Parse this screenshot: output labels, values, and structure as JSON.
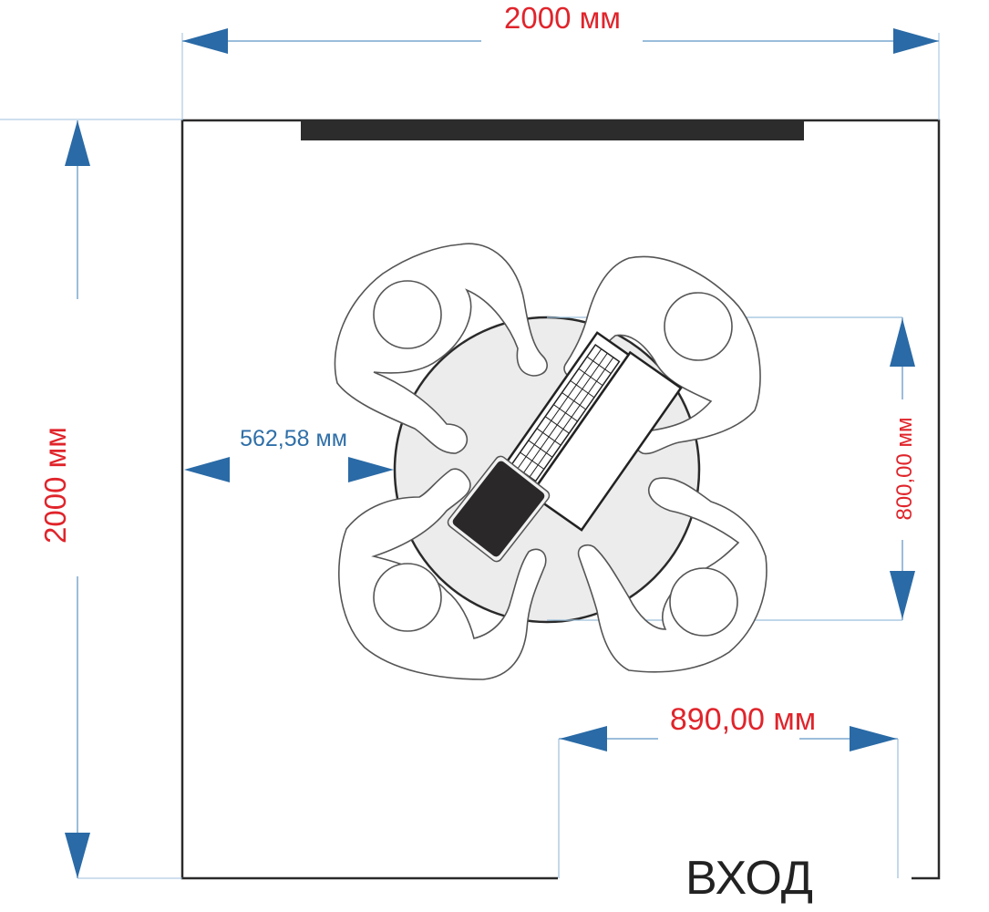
{
  "title": "Floor plan: room with round table for four people",
  "colors": {
    "dimension_line": "#7aa7cf",
    "arrow": "#2a6aa6",
    "label_red": "#e0242b",
    "label_blue": "#2f6fa8",
    "wall": "#2a2a2a",
    "table_fill": "#ececec"
  },
  "dimensions": {
    "room_width": "2000 мм",
    "room_height": "2000 мм",
    "wall_to_table": "562,58 мм",
    "table_diameter": "800,00 мм",
    "door_width": "890,00 мм"
  },
  "labels": {
    "entrance": "ВХОД"
  },
  "objects": {
    "window_or_cabinet": "wall-mounted panel",
    "table": "round table",
    "seats": 4,
    "devices": [
      "laptop",
      "tablet"
    ]
  }
}
